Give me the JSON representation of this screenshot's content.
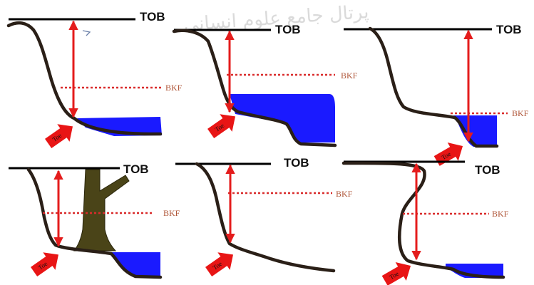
{
  "labels": {
    "tob": "TOB",
    "bkf": "BKF",
    "toe": "Toe"
  },
  "watermark": "پرتال جامع علوم انسانی",
  "colors": {
    "bank": "#2a1f17",
    "water": "#1a1aff",
    "height_arrow": "#e41c1c",
    "bkf_line": "#d92b2b",
    "toe_marker": "#e81515",
    "tree": "#4a4418",
    "bkf_label": "#b0573a"
  },
  "panels": [
    {
      "id": "a",
      "water": true,
      "tree": false
    },
    {
      "id": "b",
      "water": true,
      "tree": false
    },
    {
      "id": "c",
      "water": true,
      "tree": false
    },
    {
      "id": "d",
      "water": true,
      "tree": true
    },
    {
      "id": "e",
      "water": false,
      "tree": false
    },
    {
      "id": "f",
      "water": true,
      "tree": false
    }
  ]
}
